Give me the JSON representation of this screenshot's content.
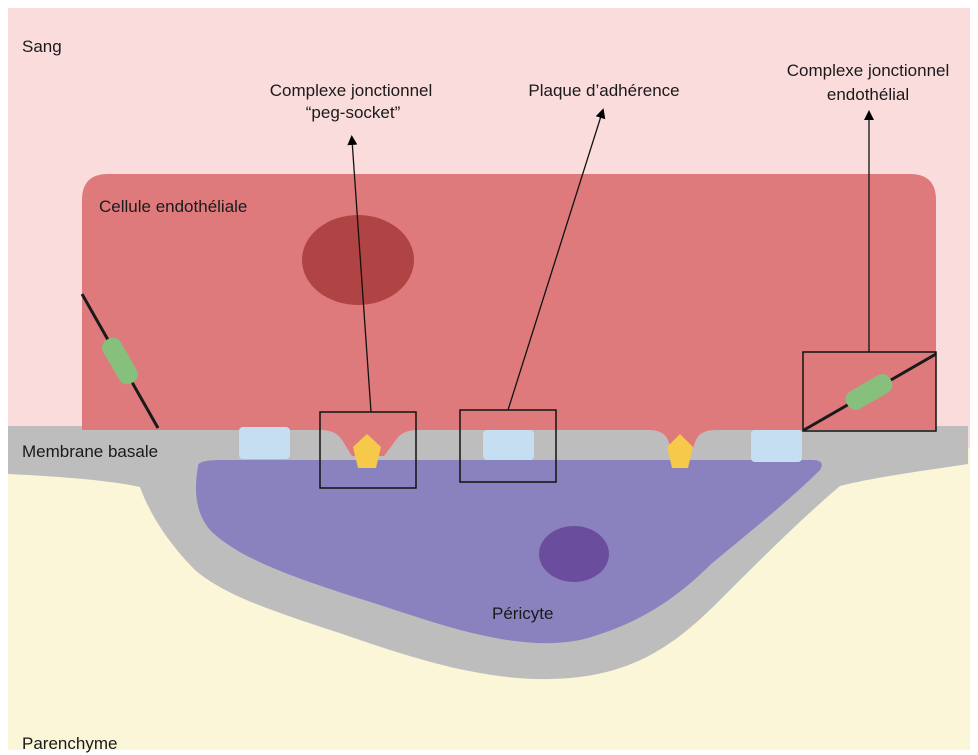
{
  "regions": {
    "blood": "Sang",
    "parenchyma": "Parenchyme",
    "basement_membrane": "Membrane basale",
    "endothelial_cell": "Cellule endothéliale",
    "pericyte": "Péricyte"
  },
  "callouts": {
    "peg_socket": [
      "Complexe jonctionnel",
      "“peg-socket”"
    ],
    "adhesion_plaque": "Plaque d’adhérence",
    "endothelial_junction": [
      "Complexe jonctionnel",
      "endothélial"
    ]
  },
  "colors": {
    "blood": "#fbdcdc",
    "parenchyma": "#fbf6d8",
    "membrane": "#bdbdbd",
    "endothelial_cell": "#df7a7c",
    "endothelial_nucleus": "#b04343",
    "pericyte": "#8a82be",
    "pericyte_nucleus": "#6a4d9c",
    "plaque": "#c5def2",
    "peg": "#f6c94b",
    "junction": "#86c07c"
  }
}
